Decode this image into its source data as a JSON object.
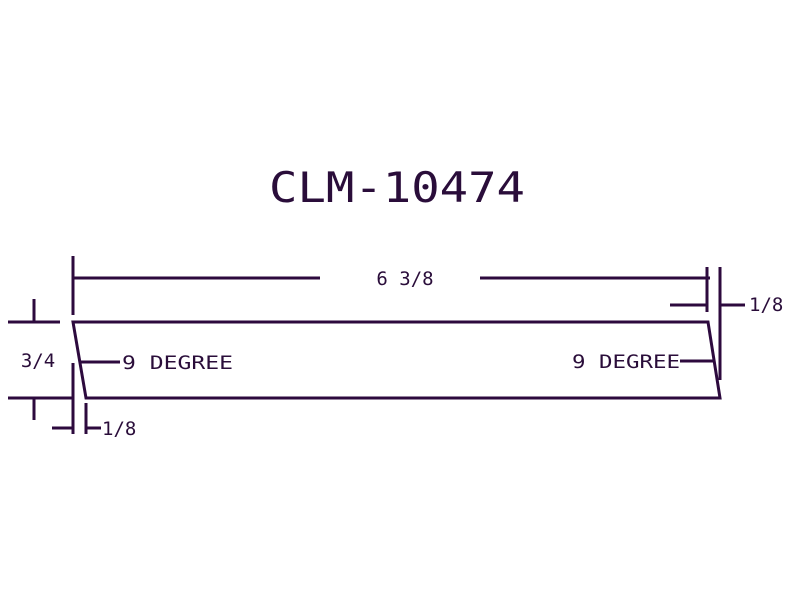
{
  "title": "CLM-10474",
  "dimensions": {
    "width": "6 3/8",
    "height": "3/4",
    "left_offset": "1/8",
    "right_offset": "1/8"
  },
  "annotations": {
    "left_angle": "9 DEGREE",
    "right_angle": "9 DEGREE"
  },
  "colors": {
    "line": "#2d0a3e",
    "background": "#ffffff"
  }
}
